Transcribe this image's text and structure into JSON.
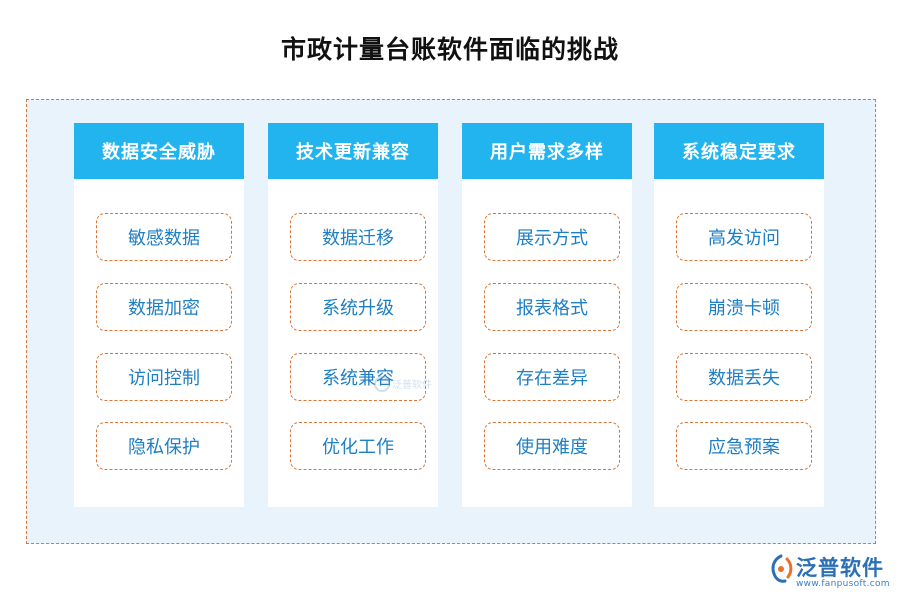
{
  "title": "市政计量台账软件面临的挑战",
  "columns": [
    {
      "header": "数据安全威胁",
      "items": [
        "敏感数据",
        "数据加密",
        "访问控制",
        "隐私保护"
      ]
    },
    {
      "header": "技术更新兼容",
      "items": [
        "数据迁移",
        "系统升级",
        "系统兼容",
        "优化工作"
      ]
    },
    {
      "header": "用户需求多样",
      "items": [
        "展示方式",
        "报表格式",
        "存在差异",
        "使用难度"
      ]
    },
    {
      "header": "系统稳定要求",
      "items": [
        "高发访问",
        "崩溃卡顿",
        "数据丢失",
        "应急预案"
      ]
    }
  ],
  "watermark": {
    "text": "泛普软件"
  },
  "logo": {
    "name": "泛普软件",
    "url": "www.fanpusoft.com"
  },
  "colors": {
    "header_bg": "#22b4ee",
    "item_text": "#1e7fc4",
    "dash": "#d9763a",
    "panel_bg": "#e9f3fb"
  }
}
